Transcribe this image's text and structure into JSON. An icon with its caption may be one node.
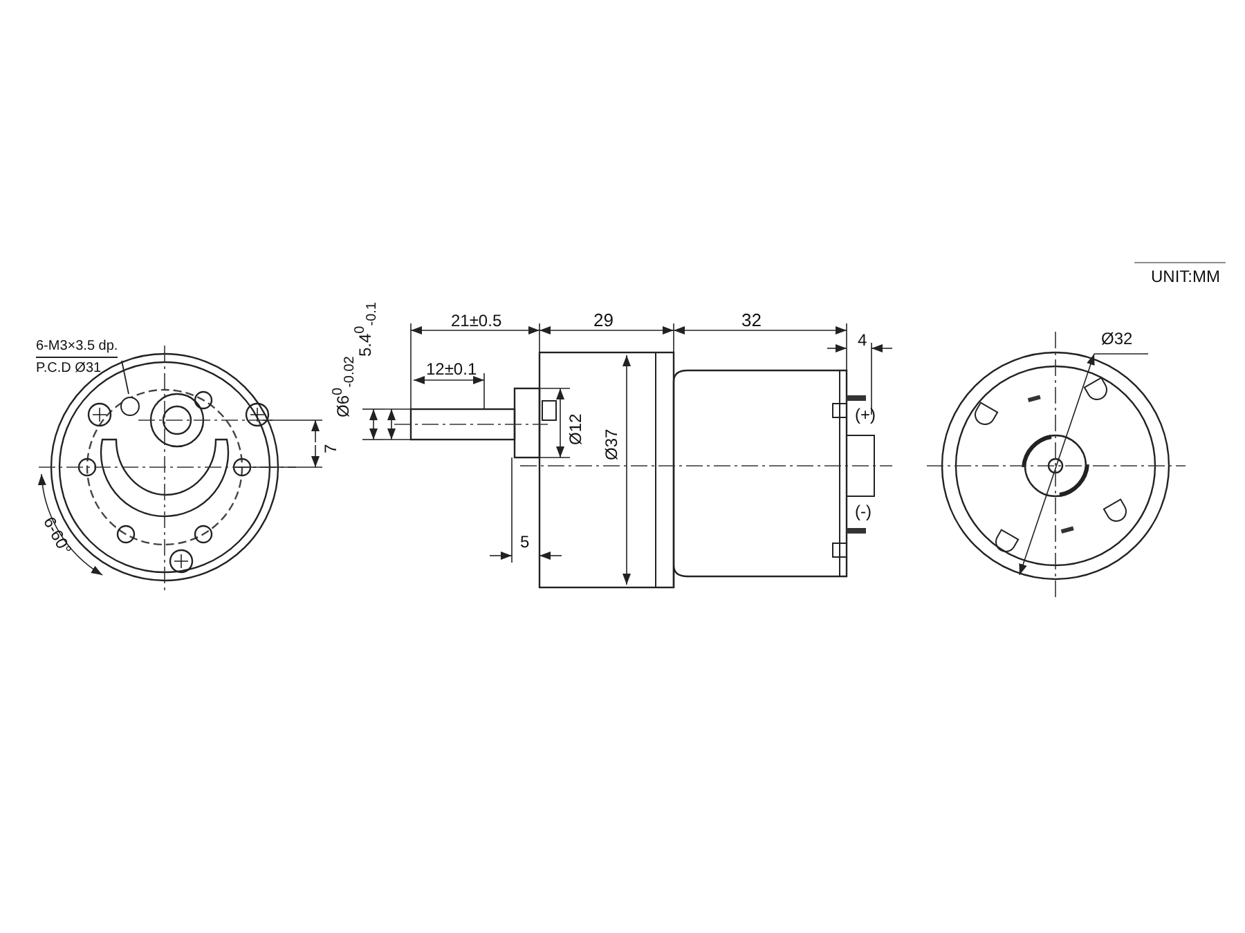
{
  "diagram": {
    "nodes": [
      {
        "text": [
          "6-M3×3.5 dp.",
          "P.C.D Ø31"
        ]
      },
      {
        "text": [],
        "shape": "circle"
      }
    ],
    "edges": [
      {
        "from": 0,
        "to": 1,
        "arrow": "none"
      }
    ],
    "labels": [
      "UNIT:MM",
      "7",
      "6-60°",
      "21±0.5",
      "29",
      "32",
      "4",
      "5.4$^{0}$$_{-0.1}$",
      "12±0.1",
      "Ø6$^{0}$$_{-0.02}$",
      "Ø12",
      "Ø37",
      "5",
      "(+)",
      "(-)",
      "Ø32"
    ]
  }
}
